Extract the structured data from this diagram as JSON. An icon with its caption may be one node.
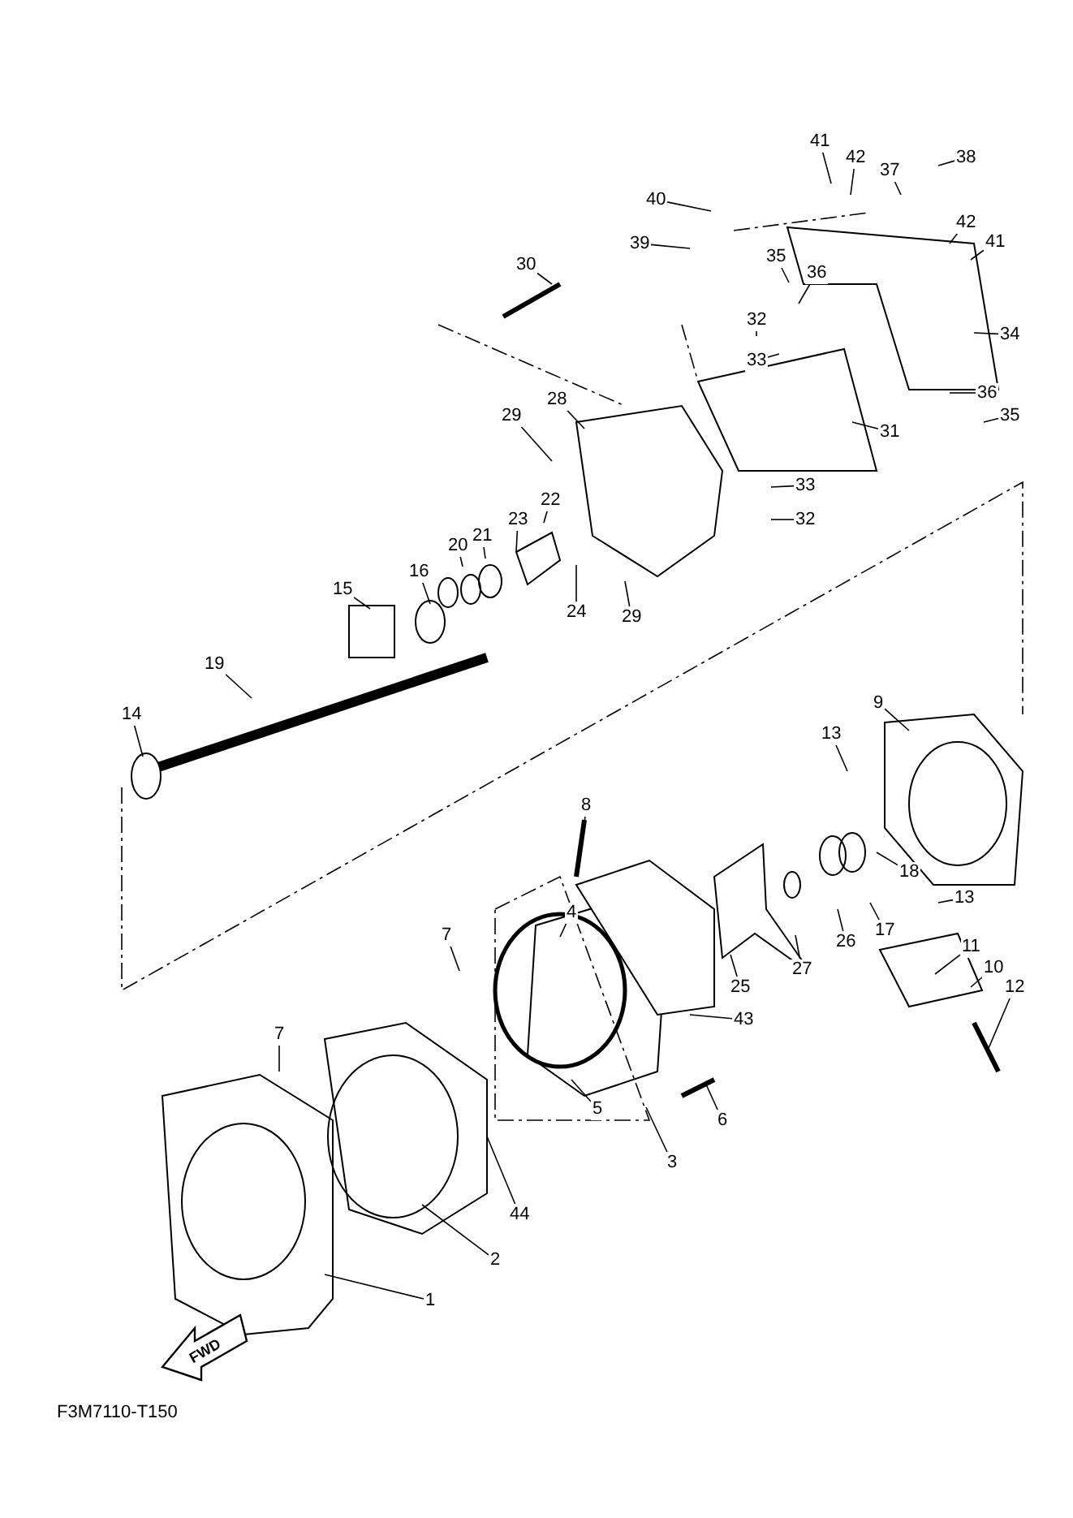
{
  "diagram": {
    "nodes": [
      {
        "text": [
          "41"
        ]
      },
      {
        "text": [
          "38"
        ]
      },
      {
        "text": [
          "42"
        ]
      },
      {
        "text": [
          "37"
        ]
      },
      {
        "text": [
          "40"
        ]
      },
      {
        "text": [
          "42"
        ]
      },
      {
        "text": [
          "41"
        ]
      },
      {
        "text": [
          "39"
        ]
      },
      {
        "text": [
          "35"
        ]
      },
      {
        "text": [
          "36"
        ]
      },
      {
        "text": [
          "30"
        ]
      },
      {
        "text": [
          "32"
        ]
      },
      {
        "text": [
          "34"
        ]
      },
      {
        "text": [
          "33"
        ]
      },
      {
        "text": [
          "36"
        ]
      },
      {
        "text": [
          "35"
        ]
      },
      {
        "text": [
          "29"
        ]
      },
      {
        "text": [
          "28"
        ]
      },
      {
        "text": [
          "31"
        ]
      },
      {
        "text": [
          "33"
        ]
      },
      {
        "text": [
          "32"
        ]
      },
      {
        "text": [
          "22"
        ]
      },
      {
        "text": [
          "23"
        ]
      },
      {
        "text": [
          "21"
        ]
      },
      {
        "text": [
          "20"
        ]
      },
      {
        "text": [
          "16"
        ]
      },
      {
        "text": [
          "24"
        ]
      },
      {
        "text": [
          "29"
        ]
      },
      {
        "text": [
          "15"
        ]
      },
      {
        "text": [
          "19"
        ]
      },
      {
        "text": [
          "9"
        ]
      },
      {
        "text": [
          "14"
        ]
      },
      {
        "text": [
          "13"
        ]
      },
      {
        "text": [
          "8"
        ]
      },
      {
        "text": [
          "18"
        ]
      },
      {
        "text": [
          "17"
        ]
      },
      {
        "text": [
          "26"
        ]
      },
      {
        "text": [
          "27"
        ]
      },
      {
        "text": [
          "13"
        ]
      },
      {
        "text": [
          "7"
        ]
      },
      {
        "text": [
          "4"
        ]
      },
      {
        "text": [
          "25"
        ]
      },
      {
        "text": [
          "11"
        ]
      },
      {
        "text": [
          "10"
        ]
      },
      {
        "text": [
          "12"
        ]
      },
      {
        "text": [
          "43"
        ]
      },
      {
        "text": [
          "7"
        ]
      },
      {
        "text": [
          "5"
        ]
      },
      {
        "text": [
          "6"
        ]
      },
      {
        "text": [
          "3"
        ]
      },
      {
        "text": [
          "44"
        ]
      },
      {
        "text": [
          "2"
        ]
      },
      {
        "text": [
          "1"
        ]
      }
    ],
    "edges": [
      {
        "from": 0,
        "to": null,
        "arrow": "none"
      },
      {
        "from": 1,
        "to": null,
        "arrow": "none"
      },
      {
        "from": 2,
        "to": null,
        "arrow": "none"
      },
      {
        "from": 3,
        "to": null,
        "arrow": "none"
      },
      {
        "from": 4,
        "to": null,
        "arrow": "none"
      },
      {
        "from": 5,
        "to": null,
        "arrow": "none"
      },
      {
        "from": 6,
        "to": null,
        "arrow": "none"
      },
      {
        "from": 7,
        "to": null,
        "arrow": "none"
      },
      {
        "from": 8,
        "to": null,
        "arrow": "none"
      },
      {
        "from": 9,
        "to": null,
        "arrow": "none"
      },
      {
        "from": 10,
        "to": null,
        "arrow": "none"
      },
      {
        "from": 11,
        "to": null,
        "arrow": "none"
      },
      {
        "from": 12,
        "to": null,
        "arrow": "none"
      },
      {
        "from": 13,
        "to": null,
        "arrow": "none"
      },
      {
        "from": 14,
        "to": null,
        "arrow": "none"
      },
      {
        "from": 15,
        "to": null,
        "arrow": "none"
      },
      {
        "from": 16,
        "to": null,
        "arrow": "none"
      },
      {
        "from": 17,
        "to": null,
        "arrow": "none"
      },
      {
        "from": 18,
        "to": null,
        "arrow": "none"
      },
      {
        "from": 19,
        "to": null,
        "arrow": "none"
      },
      {
        "from": 20,
        "to": null,
        "arrow": "none"
      },
      {
        "from": 21,
        "to": null,
        "arrow": "none"
      },
      {
        "from": 22,
        "to": null,
        "arrow": "none"
      },
      {
        "from": 23,
        "to": null,
        "arrow": "none"
      },
      {
        "from": 24,
        "to": null,
        "arrow": "none"
      },
      {
        "from": 25,
        "to": null,
        "arrow": "none"
      },
      {
        "from": 26,
        "to": null,
        "arrow": "none"
      },
      {
        "from": 27,
        "to": null,
        "arrow": "none"
      },
      {
        "from": 28,
        "to": null,
        "arrow": "none"
      },
      {
        "from": 29,
        "to": null,
        "arrow": "none"
      },
      {
        "from": 30,
        "to": null,
        "arrow": "none"
      },
      {
        "from": 31,
        "to": null,
        "arrow": "none"
      },
      {
        "from": 32,
        "to": null,
        "arrow": "none"
      },
      {
        "from": 33,
        "to": null,
        "arrow": "none"
      },
      {
        "from": 34,
        "to": null,
        "arrow": "none"
      },
      {
        "from": 35,
        "to": null,
        "arrow": "none"
      },
      {
        "from": 36,
        "to": null,
        "arrow": "none"
      },
      {
        "from": 37,
        "to": null,
        "arrow": "none"
      },
      {
        "from": 38,
        "to": null,
        "arrow": "none"
      },
      {
        "from": 39,
        "to": null,
        "arrow": "none"
      },
      {
        "from": 40,
        "to": null,
        "arrow": "none"
      },
      {
        "from": 41,
        "to": null,
        "arrow": "none"
      },
      {
        "from": 42,
        "to": null,
        "arrow": "none"
      },
      {
        "from": 43,
        "to": null,
        "arrow": "none"
      },
      {
        "from": 44,
        "to": null,
        "arrow": "none"
      },
      {
        "from": 45,
        "to": null,
        "arrow": "none"
      },
      {
        "from": 46,
        "to": null,
        "arrow": "none"
      },
      {
        "from": 47,
        "to": null,
        "arrow": "none"
      },
      {
        "from": 48,
        "to": null,
        "arrow": "none"
      },
      {
        "from": 49,
        "to": null,
        "arrow": "none"
      },
      {
        "from": 50,
        "to": null,
        "arrow": "none"
      },
      {
        "from": 51,
        "to": null,
        "arrow": "none"
      },
      {
        "from": 52,
        "to": null,
        "arrow": "none"
      }
    ],
    "labels": [
      "FWD",
      "F3M7110-T150"
    ]
  }
}
